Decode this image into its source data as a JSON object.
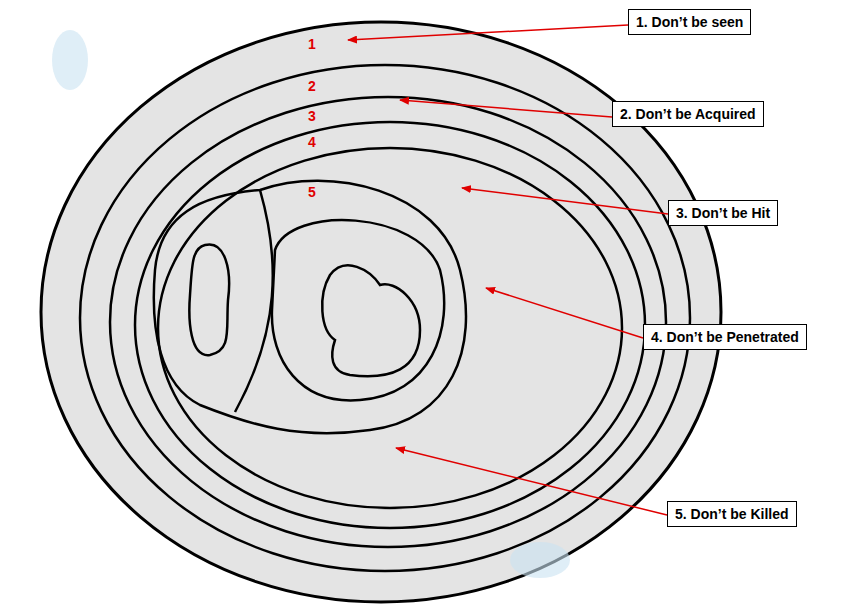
{
  "diagram": {
    "nodes": [
      {
        "text": [
          "1. Don’t be seen"
        ]
      },
      {
        "text": [
          "2. Don’t be Acquired"
        ]
      },
      {
        "text": [
          "3. Don’t be Hit"
        ]
      },
      {
        "text": [
          "4. Don’t be Penetrated"
        ]
      },
      {
        "text": [
          "5. Don’t be Killed"
        ]
      }
    ],
    "labels": [
      "1",
      "2",
      "3",
      "4",
      "5"
    ]
  }
}
